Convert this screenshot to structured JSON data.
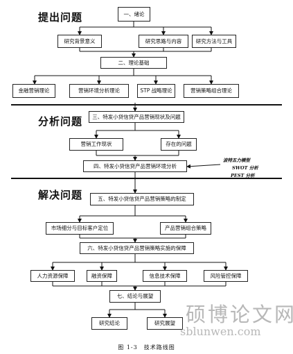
{
  "sections": {
    "s1": "提出问题",
    "s2": "分析问题",
    "s3": "解决问题"
  },
  "nodes": {
    "n_intro": "一、绪论",
    "n_bg": "研究背景意义",
    "n_ideas": "研究思路与内容",
    "n_methods": "研究方法与工具",
    "n_theory": "二、理论基础",
    "n_finance": "金融营销理论",
    "n_envtheory": "营销环境分析理论",
    "n_stp": "STP 战略理论",
    "n_mix": "营销策略组合理论",
    "n_status": "三、特发小贷信贷产品营销现状及问题",
    "n_workstatus": "营销工作现状",
    "n_problems": "存在的问题",
    "n_envanalysis": "四、特发小贷信贷产品营销环境分析",
    "n_strategy": "五、特发小贷信贷产品营销策略的制定",
    "n_segment": "市场细分与目标客户定位",
    "n_prodmix": "产品营销组合策略",
    "n_guarantee": "六、特发小贷信贷产品营销策略实施的保障",
    "n_hr": "人力资源保障",
    "n_fund": "融资保障",
    "n_it": "信息技术保障",
    "n_risk": "风险管控保障",
    "n_conclusion": "七、结论与展望",
    "n_concl": "研究结论",
    "n_outlook": "研究展望"
  },
  "side_notes": [
    "波特五力模型",
    "SWOT 分析",
    "PEST 分析"
  ],
  "watermark": {
    "cn": "硕博论文网",
    "en": "sblunwen.com"
  },
  "caption": "图 1-3　技术路线图"
}
